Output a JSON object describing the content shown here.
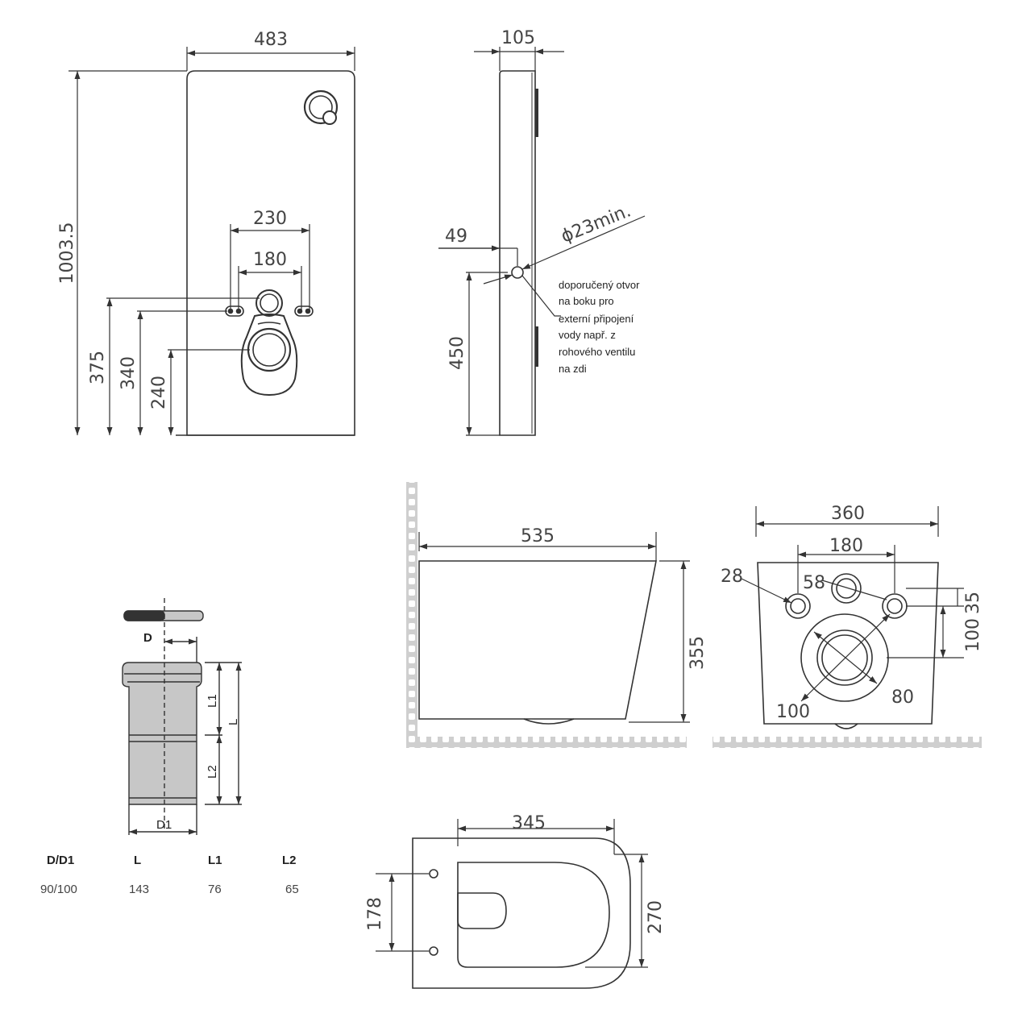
{
  "panel_front": {
    "width": "483",
    "height": "1003.5",
    "outlets": "230",
    "bolts": "180",
    "h_375": "375",
    "h_340": "340",
    "h_240": "240"
  },
  "panel_side": {
    "depth": "105",
    "offset": "49",
    "hole_dia": "ϕ23min.",
    "hole_height": "450",
    "note_lines": [
      "doporučený otvor",
      "na boku pro",
      "externí připojení",
      "vody např. z",
      "rohového ventilu",
      "na zdi"
    ]
  },
  "pipe": {
    "label_d": "D",
    "label_d1": "D1",
    "label_l": "L",
    "label_l1": "L1",
    "label_l2": "L2"
  },
  "pipe_table": {
    "headers": [
      "D/D1",
      "L",
      "L1",
      "L2"
    ],
    "values": [
      "90/100",
      "143",
      "76",
      "65"
    ]
  },
  "wc_side": {
    "length": "535",
    "height": "355"
  },
  "wc_back": {
    "width": "360",
    "bolts": "180",
    "d_28": "28",
    "d_58": "58",
    "v_100": "100",
    "v_35": "35",
    "d_100": "100",
    "d_80": "80"
  },
  "wc_top": {
    "width": "345",
    "bolts": "178",
    "depth": "270"
  },
  "colors": {
    "line": "#333333",
    "pipe_fill": "#c7c7c7",
    "wall": "#cfcfcf"
  }
}
